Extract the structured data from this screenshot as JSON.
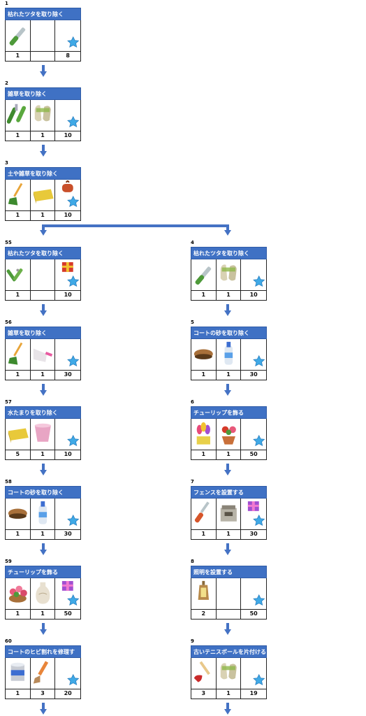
{
  "cards": [
    {
      "id": "c1",
      "num": "1",
      "title": "枯れたツタを取り除く",
      "items": [
        "knife",
        "",
        ""
      ],
      "star": [
        false,
        false,
        true
      ],
      "qty": [
        "1",
        "",
        "8"
      ]
    },
    {
      "id": "c2",
      "num": "2",
      "title": "雑草を取り除く",
      "items": [
        "shears-green",
        "gloves",
        ""
      ],
      "star": [
        false,
        false,
        true
      ],
      "qty": [
        "1",
        "1",
        "10"
      ]
    },
    {
      "id": "c3",
      "num": "3",
      "title": "土や雑草を取り除く",
      "items": [
        "rake",
        "sponge",
        "bag"
      ],
      "star": [
        false,
        false,
        true
      ],
      "qty": [
        "1",
        "1",
        "10"
      ]
    },
    {
      "id": "c55",
      "num": "55",
      "title": "枯れたツタを取り除く",
      "items": [
        "pruners",
        "",
        "gift"
      ],
      "star": [
        false,
        false,
        true
      ],
      "qty": [
        "1",
        "",
        "10"
      ]
    },
    {
      "id": "c56",
      "num": "56",
      "title": "雑草を取り除く",
      "items": [
        "rake",
        "dustpan",
        ""
      ],
      "star": [
        false,
        false,
        true
      ],
      "qty": [
        "1",
        "1",
        "30"
      ]
    },
    {
      "id": "c57",
      "num": "57",
      "title": "水たまりを取り除く",
      "items": [
        "sponge",
        "bucket",
        ""
      ],
      "star": [
        false,
        false,
        true
      ],
      "qty": [
        "5",
        "1",
        "10"
      ]
    },
    {
      "id": "c58",
      "num": "58",
      "title": "コートの砂を取り除く",
      "items": [
        "brush",
        "bottle",
        ""
      ],
      "star": [
        false,
        false,
        true
      ],
      "qty": [
        "1",
        "1",
        "30"
      ]
    },
    {
      "id": "c59",
      "num": "59",
      "title": "チューリップを飾る",
      "items": [
        "flowerbasket",
        "vase",
        "giftpurple"
      ],
      "star": [
        false,
        false,
        true
      ],
      "qty": [
        "1",
        "1",
        "50"
      ]
    },
    {
      "id": "c60",
      "num": "60",
      "title": "コートのヒビ割れを修理す",
      "items": [
        "paintcan",
        "paintbrush",
        ""
      ],
      "star": [
        false,
        false,
        true
      ],
      "qty": [
        "1",
        "3",
        "20"
      ]
    },
    {
      "id": "c4",
      "num": "4",
      "title": "枯れたツタを取り除く",
      "items": [
        "knife",
        "gloves",
        ""
      ],
      "star": [
        false,
        false,
        true
      ],
      "qty": [
        "1",
        "1",
        "10"
      ]
    },
    {
      "id": "c5",
      "num": "5",
      "title": "コートの砂を取り除く",
      "items": [
        "brush",
        "bottle",
        ""
      ],
      "star": [
        false,
        false,
        true
      ],
      "qty": [
        "1",
        "1",
        "30"
      ]
    },
    {
      "id": "c6",
      "num": "6",
      "title": "チューリップを飾る",
      "items": [
        "tulips",
        "flowerpot",
        ""
      ],
      "star": [
        false,
        false,
        true
      ],
      "qty": [
        "1",
        "1",
        "50"
      ]
    },
    {
      "id": "c7",
      "num": "7",
      "title": "フェンスを設置する",
      "items": [
        "screwdriver",
        "toolbox",
        "giftpurple"
      ],
      "star": [
        false,
        false,
        true
      ],
      "qty": [
        "1",
        "1",
        "30"
      ]
    },
    {
      "id": "c8",
      "num": "8",
      "title": "照明を設置する",
      "items": [
        "lantern",
        "",
        ""
      ],
      "star": [
        false,
        false,
        true
      ],
      "qty": [
        "2",
        "",
        "50"
      ]
    },
    {
      "id": "c9",
      "num": "9",
      "title": "古いテニスボールを片付ける",
      "items": [
        "plunger",
        "gloves",
        ""
      ],
      "star": [
        false,
        false,
        true
      ],
      "qty": [
        "3",
        "1",
        "19"
      ]
    }
  ],
  "colors": {
    "header": "#3f71c4",
    "arrow": "#4472c4",
    "star": "#3fa9e6"
  }
}
